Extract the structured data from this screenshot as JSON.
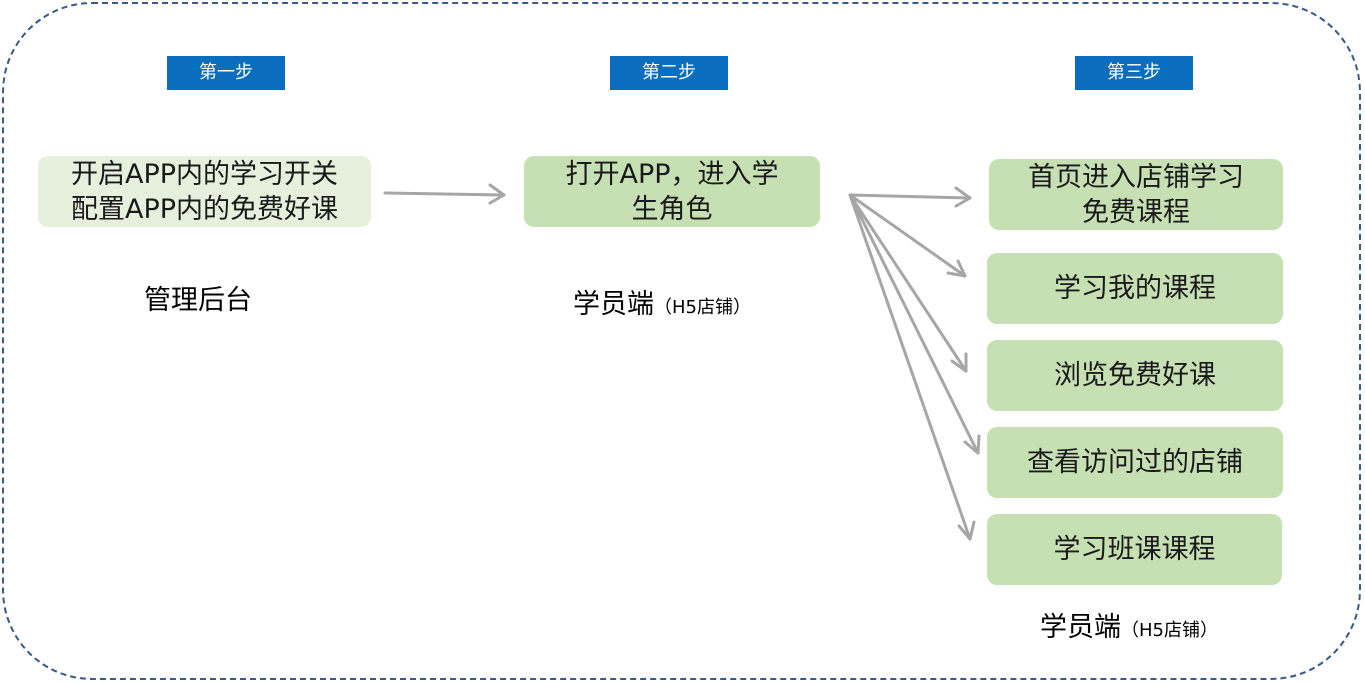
{
  "steps": {
    "step1": "第一步",
    "step2": "第二步",
    "step3": "第三步"
  },
  "boxes": {
    "admin_box": [
      "开启APP内的学习开关",
      "配置APP内的免费好课"
    ],
    "student_box": [
      "打开APP，进入学",
      "生角色"
    ],
    "options": [
      [
        "首页进入店铺学习",
        "免费课程"
      ],
      [
        "学习我的课程"
      ],
      [
        "浏览免费好课"
      ],
      [
        "查看访问过的店铺"
      ],
      [
        "学习班课课程"
      ]
    ]
  },
  "labels": {
    "admin_label": "管理后台",
    "student_label_main": "学员端",
    "student_label_sub": "（H5店铺）",
    "options_label_main": "学员端",
    "options_label_sub": "（H5店铺）"
  },
  "colors": {
    "step_blue": "#0b6dbd",
    "box_green": "#c6e0b4",
    "box_light_green": "#e6f0dc",
    "arrow_gray": "#a6a6a6",
    "frame_dashed": "#3a5a8a"
  }
}
